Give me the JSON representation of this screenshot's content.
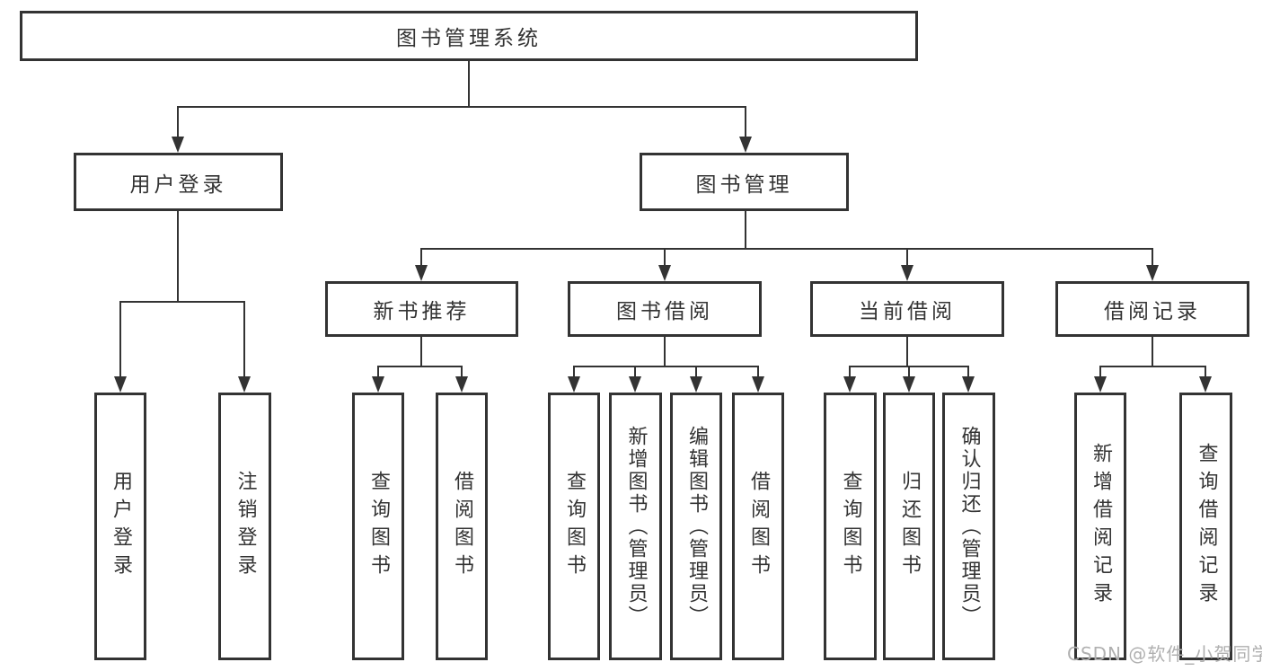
{
  "tree": {
    "label": "图书管理系统",
    "children": [
      {
        "label": "用户登录",
        "children": [
          {
            "label": "用户登录"
          },
          {
            "label": "注销登录"
          }
        ]
      },
      {
        "label": "图书管理",
        "children": [
          {
            "label": "新书推荐",
            "children": [
              {
                "label": "查询图书"
              },
              {
                "label": "借阅图书"
              }
            ]
          },
          {
            "label": "图书借阅",
            "children": [
              {
                "label": "查询图书"
              },
              {
                "label": "新增图书（管理员）"
              },
              {
                "label": "编辑图书（管理员）"
              },
              {
                "label": "借阅图书"
              }
            ]
          },
          {
            "label": "当前借阅",
            "children": [
              {
                "label": "查询图书"
              },
              {
                "label": "归还图书"
              },
              {
                "label": "确认归还（管理员）"
              }
            ]
          },
          {
            "label": "借阅记录",
            "children": [
              {
                "label": "新增借阅记录"
              },
              {
                "label": "查询借阅记录"
              }
            ]
          }
        ]
      }
    ]
  },
  "watermark": "CSDN @软件_小贺同学",
  "colors": {
    "line": "#333333",
    "text": "#333333",
    "background": "#ffffff",
    "watermark": "#b0b0b0"
  }
}
